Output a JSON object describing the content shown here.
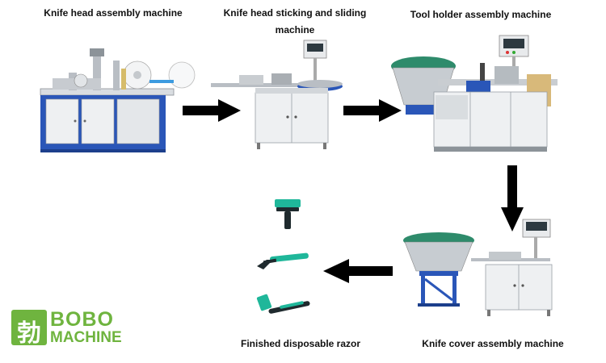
{
  "steps": {
    "knife_head_assembly": "Knife head assembly machine",
    "sticking_sliding_line1": "Knife head sticking and sliding",
    "sticking_sliding_line2": "machine",
    "tool_holder_assembly": "Tool holder assembly machine",
    "knife_cover_assembly": "Knife cover assembly machine",
    "finished_product": "Finished disposable razor"
  },
  "logo": {
    "glyph": "勃",
    "line1": "BOBO",
    "line2": "MACHINE"
  },
  "colors": {
    "arrow": "#000000",
    "machine_blue": "#2a56b8",
    "machine_white": "#eef0f2",
    "steel": "#b9bec4",
    "razor_teal": "#1fb79a",
    "razor_dark": "#1f2a2e",
    "logo_green": "#6fb43f"
  }
}
